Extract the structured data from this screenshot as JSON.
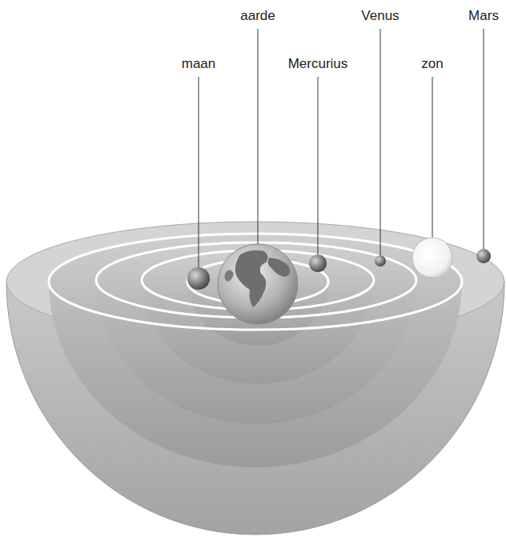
{
  "diagram": {
    "labels": [
      "maan",
      "aarde",
      "Mercurius",
      "Venus",
      "zon",
      "Mars"
    ]
  }
}
